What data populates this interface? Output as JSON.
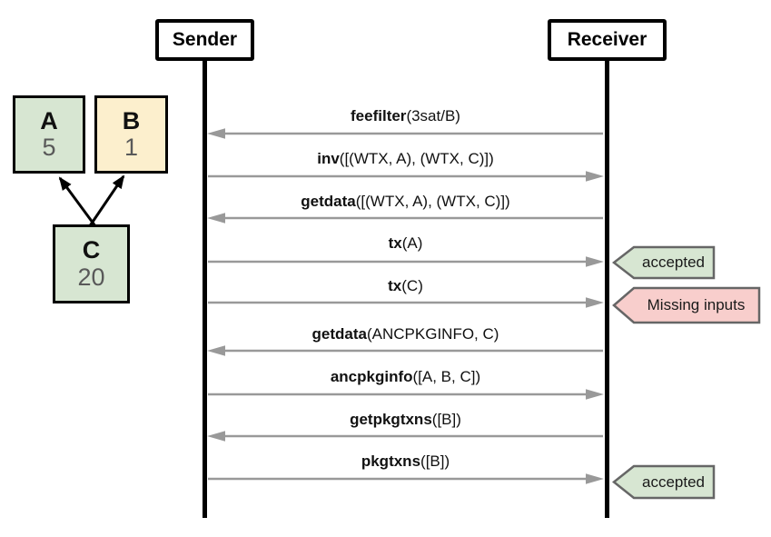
{
  "diagram": {
    "actors": [
      {
        "label": "Sender"
      },
      {
        "label": "Receiver"
      }
    ],
    "messages": [
      {
        "name": "feefilter",
        "args": "(3sat/B)",
        "from": "Receiver",
        "to": "Sender"
      },
      {
        "name": "inv",
        "args": "([(WTX, A), (WTX, C)])",
        "from": "Sender",
        "to": "Receiver"
      },
      {
        "name": "getdata",
        "args": "([(WTX, A), (WTX, C)])",
        "from": "Receiver",
        "to": "Sender"
      },
      {
        "name": "tx",
        "args": "(A)",
        "from": "Sender",
        "to": "Receiver",
        "annotation": "accepted"
      },
      {
        "name": "tx",
        "args": "(C)",
        "from": "Sender",
        "to": "Receiver",
        "annotation": "Missing inputs"
      },
      {
        "name": "getdata",
        "args": "(ANCPKGINFO, C)",
        "from": "Receiver",
        "to": "Sender"
      },
      {
        "name": "ancpkginfo",
        "args": "([A, B, C])",
        "from": "Sender",
        "to": "Receiver"
      },
      {
        "name": "getpkgtxns",
        "args": "([B])",
        "from": "Receiver",
        "to": "Sender"
      },
      {
        "name": "pkgtxns",
        "args": "([B])",
        "from": "Sender",
        "to": "Receiver",
        "annotation": "accepted"
      }
    ],
    "graph": {
      "nodes": [
        {
          "id": "A",
          "fee": "5"
        },
        {
          "id": "B",
          "fee": "1"
        },
        {
          "id": "C",
          "fee": "20"
        }
      ],
      "edges": [
        {
          "from": "C",
          "to": "A"
        },
        {
          "from": "C",
          "to": "B"
        }
      ]
    },
    "colors": {
      "node_green": "#d7e6d2",
      "node_yellow": "#fcefcd",
      "badge_green": "#d7e6d2",
      "badge_red": "#f8cecc",
      "badge_border": "#666666",
      "arrow_gray": "#999999",
      "line_black": "#000000"
    }
  }
}
